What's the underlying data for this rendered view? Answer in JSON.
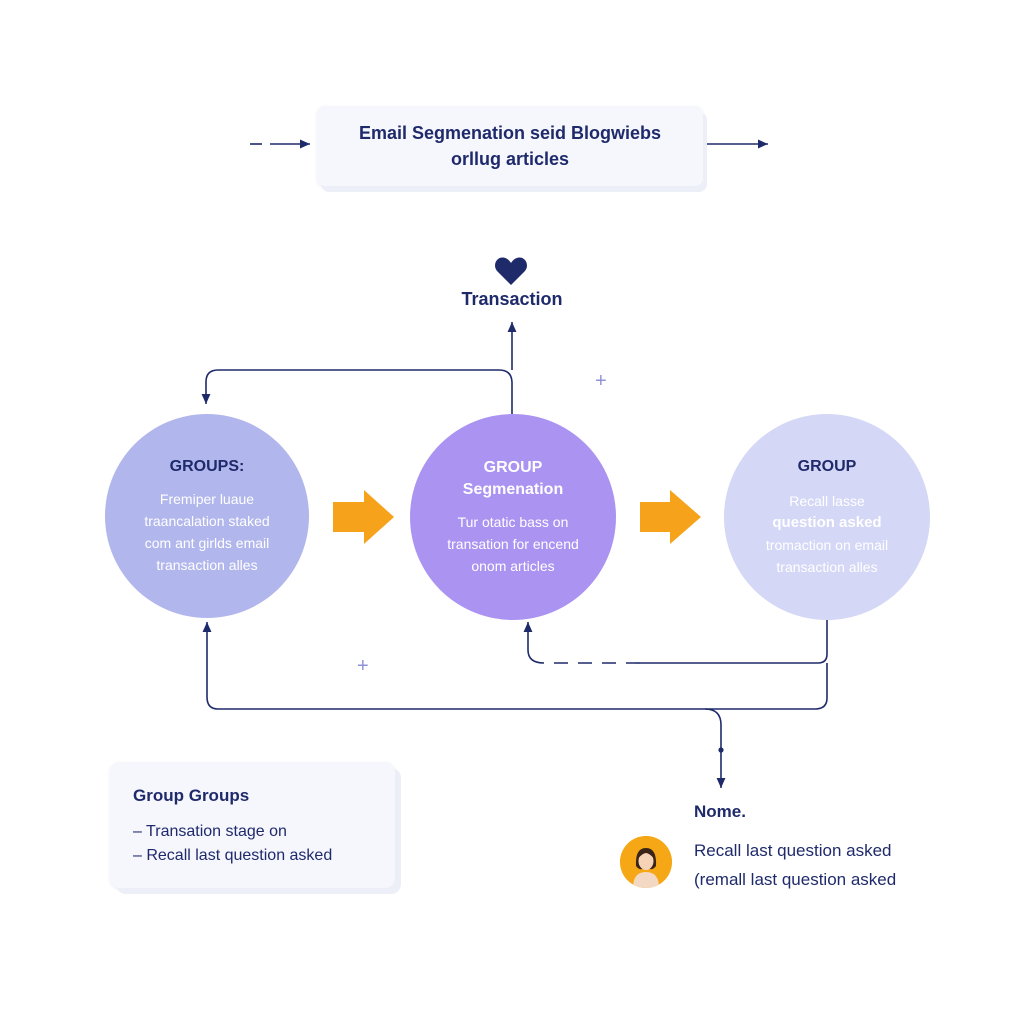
{
  "title_card": {
    "line1": "Email Segmenation seid Blogwiebs",
    "line2": "orllug articles"
  },
  "top_node": {
    "icon": "heart-icon",
    "label": "Transaction"
  },
  "circles": [
    {
      "title": "GROUPS:",
      "lines": [
        "Fremiper luaue",
        "traancalation staked",
        "com ant girlds email",
        "transaction alles"
      ]
    },
    {
      "title_line1": "GROUP",
      "title_line2": "Segmenation",
      "lines": [
        "Tur otatic bass on",
        "transation for encend",
        "onom articles"
      ]
    },
    {
      "title": "GROUP",
      "lines": [
        "Recall lasse",
        "question asked",
        "tromaction on email",
        "transaction alles"
      ]
    }
  ],
  "legend": {
    "title": "Group Groups",
    "items": [
      "–  Transation stage on",
      "– Recall last question asked"
    ]
  },
  "output": {
    "title": "Nome.",
    "avatar_icon": "user-avatar-icon",
    "lines": [
      "Recall last question asked",
      "(remall last question asked"
    ]
  },
  "colors": {
    "navy": "#1f2a6b",
    "circle_1": "#b1b6ec",
    "circle_2": "#ab93f1",
    "circle_3": "#d4d7f5",
    "arrow": "#f7a21b",
    "avatar_bg": "#f5a716"
  }
}
